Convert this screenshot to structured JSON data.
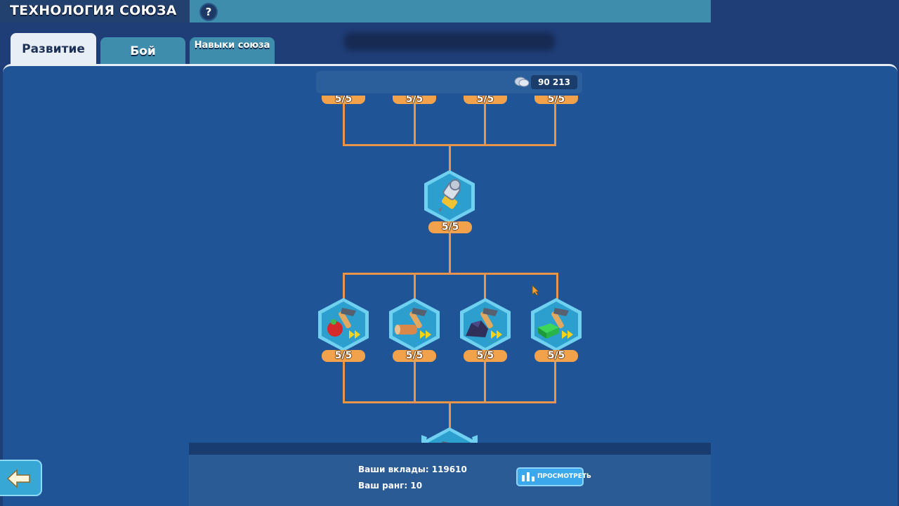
{
  "header": {
    "title": "ТЕХНОЛОГИЯ СОЮЗА",
    "help_label": "?"
  },
  "tabs": [
    {
      "label": "Развитие",
      "active": true
    },
    {
      "label": "Бой",
      "active": false
    },
    {
      "label": "Навыки союза",
      "active": false
    }
  ],
  "currency": {
    "icon": "silver-coins-icon",
    "value": "90 213"
  },
  "tree": {
    "top_row": [
      {
        "level": "5/5"
      },
      {
        "level": "5/5"
      },
      {
        "level": "5/5"
      },
      {
        "level": "5/5"
      }
    ],
    "middle_node": {
      "icon": "drill-icon",
      "level": "5/5"
    },
    "gather_row": [
      {
        "icon": "food-gather-icon",
        "level": "5/5"
      },
      {
        "icon": "wood-gather-icon",
        "level": "5/5"
      },
      {
        "icon": "stone-gather-icon",
        "level": "5/5"
      },
      {
        "icon": "ore-gather-icon",
        "level": "5/5"
      }
    ],
    "bottom_node": {
      "icon": "gather-speed-icon"
    }
  },
  "footer": {
    "contribution": "Ваши вклады: 119610",
    "rank": "Ваш ранг: 10",
    "view_button": "ПРОСМОТРЕТЬ"
  },
  "colors": {
    "connector": "#e8954a",
    "badge": "#f1a24b",
    "panel": "#1f5597",
    "accent": "#3f8dac"
  }
}
